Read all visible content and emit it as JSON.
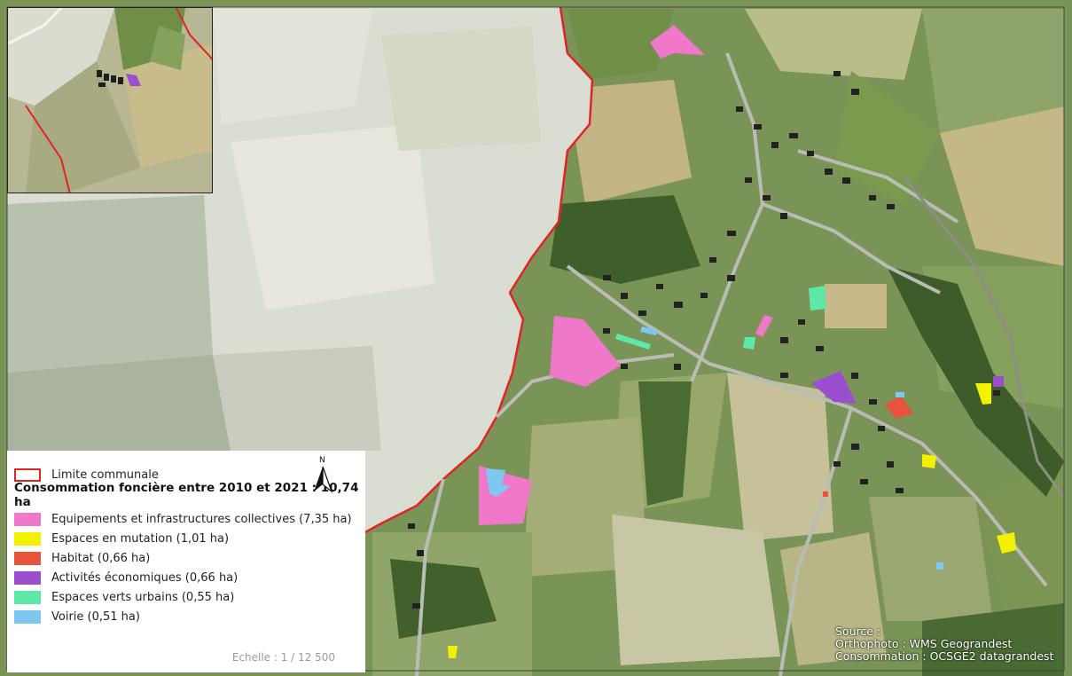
{
  "legend": {
    "boundary_label": "Limite communale",
    "title": "Consommation foncière entre 2010 et 2021 : 10,74 ha",
    "north_label": "N",
    "items": [
      {
        "label": "Equipements et infrastructures collectives (7,35 ha)",
        "color": "#f078c8"
      },
      {
        "label": "Espaces en mutation (1,01 ha)",
        "color": "#f2f200"
      },
      {
        "label": "Habitat (0,66 ha)",
        "color": "#e8533c"
      },
      {
        "label": "Activités économiques (0,66 ha)",
        "color": "#9a4fd0"
      },
      {
        "label": "Espaces verts urbains (0,55 ha)",
        "color": "#5ee8a8"
      },
      {
        "label": "Voirie (0,51 ha)",
        "color": "#7cc8f0"
      }
    ],
    "boundary_color": "#e02424"
  },
  "scale": "Echelle : 1 / 12 500",
  "source": {
    "heading": "Source :",
    "line1": "Orthophoto : WMS Geograndest",
    "line2": "Consommation : OCSGE2 datagrandest"
  }
}
